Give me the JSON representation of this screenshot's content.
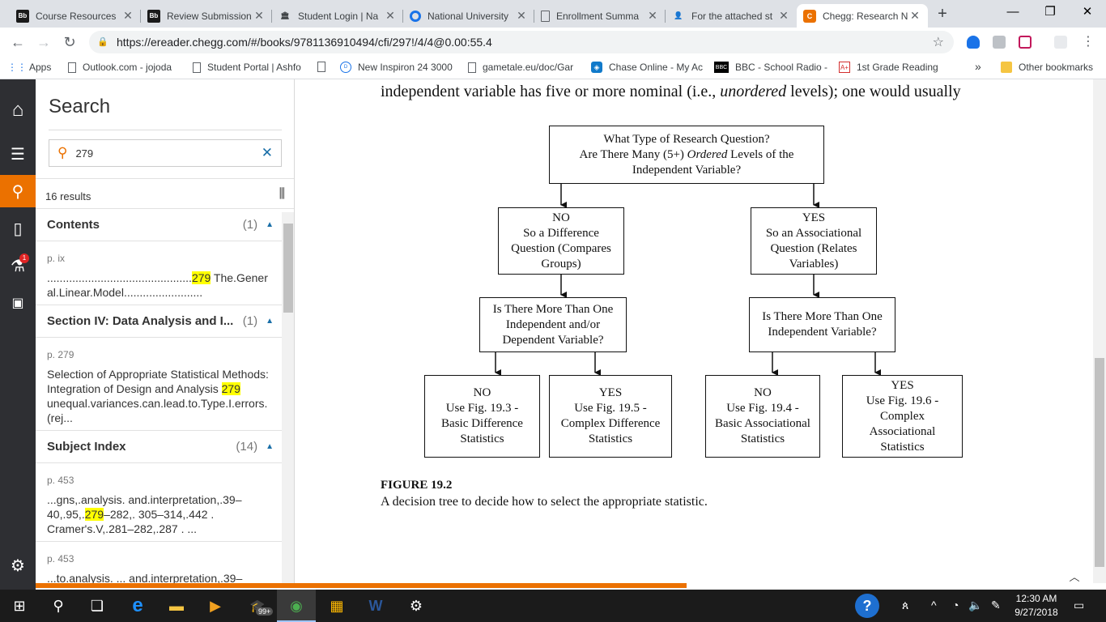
{
  "browser": {
    "tabs": [
      {
        "title": "Course Resources",
        "icon": "blackboard-icon",
        "active": false
      },
      {
        "title": "Review Submission",
        "icon": "blackboard-icon",
        "active": false
      },
      {
        "title": "Student Login | Na",
        "icon": "bank-icon",
        "active": false
      },
      {
        "title": "National University",
        "icon": "nu-icon",
        "active": false
      },
      {
        "title": "Enrollment Summa",
        "icon": "document-icon",
        "active": false
      },
      {
        "title": "For the attached st",
        "icon": "tutor-icon",
        "active": false
      },
      {
        "title": "Chegg: Research N",
        "icon": "chegg-icon",
        "active": true
      }
    ],
    "new_tab": "+",
    "url": "https://ereader.chegg.com/#/books/9781136910494/cfi/297!/4/4@0.00:55.4",
    "bookmarks": [
      {
        "label": "Apps",
        "icon": "apps-grid-icon"
      },
      {
        "label": "Outlook.com - jojoda",
        "icon": "document-icon"
      },
      {
        "label": "Student Portal | Ashfo",
        "icon": "document-icon"
      },
      {
        "label": "",
        "icon": "document-icon"
      },
      {
        "label": "New Inspiron 24 3000",
        "icon": "dell-icon"
      },
      {
        "label": "gametale.eu/doc/Gar",
        "icon": "document-icon"
      },
      {
        "label": "Chase Online - My Ac",
        "icon": "chase-icon"
      },
      {
        "label": "BBC - School Radio -",
        "icon": "bbc-icon"
      },
      {
        "label": "1st Grade Reading",
        "icon": "aplus-icon"
      }
    ],
    "more_bookmarks": "»",
    "other_bookmarks": "Other bookmarks"
  },
  "search_panel": {
    "title": "Search",
    "query": "279",
    "results_count": "16 results",
    "sections": [
      {
        "title": "Contents",
        "count": "(1)",
        "hits": [
          {
            "page": "p. ix",
            "before": "..............................................",
            "match": "279",
            "after": " The.General.Linear.Model........................."
          }
        ]
      },
      {
        "title": "Section IV: Data Analysis and I...",
        "count": "(1)",
        "hits": [
          {
            "page": "p. 279",
            "before": "Selection of Appropriate Statistical Methods: Integration of Design and Analysis ",
            "match": "279",
            "after": " unequal.variances.can.lead.to.Type.I.errors.(rej..."
          }
        ]
      },
      {
        "title": "Subject Index",
        "count": "(14)",
        "hits": [
          {
            "page": "p. 453",
            "before": "...gns,.analysis. and.interpretation,.39–40,.95,.",
            "match": "279",
            "after": "–282,. 305–314,.442 . Cramer's.V,.281–282,.287 . ..."
          },
          {
            "page": "p. 453",
            "before": "...to.analysis. ... and.interpretation,.39–",
            "match": "",
            "after": ""
          }
        ]
      }
    ]
  },
  "reader": {
    "body_text_before": "independent variable has five or more nominal (i.e., ",
    "body_text_italic": "unordered",
    "body_text_after": " levels); one would usually",
    "figure": {
      "root": {
        "line1": "What Type of Research Question?",
        "line2_before": "Are There Many (5+) ",
        "line2_italic": "Ordered",
        "line2_after": " Levels of the",
        "line3": "Independent Variable?"
      },
      "no_branch": [
        "NO",
        "So a Difference",
        "Question (Compares",
        "Groups)"
      ],
      "yes_branch": [
        "YES",
        "So an Associational",
        "Question (Relates",
        "Variables)"
      ],
      "no_question": [
        "Is There More Than One",
        "Independent and/or",
        "Dependent Variable?"
      ],
      "yes_question": [
        "Is There More Than One",
        "Independent Variable?"
      ],
      "leaves": [
        [
          "NO",
          "Use Fig. 19.3 -",
          "Basic Difference",
          "Statistics"
        ],
        [
          "YES",
          "Use Fig. 19.5 -",
          "Complex Difference",
          "Statistics"
        ],
        [
          "NO",
          "Use Fig. 19.4 -",
          "Basic Associational",
          "Statistics"
        ],
        [
          "YES",
          "Use Fig. 19.6 -",
          "Complex",
          "Associational",
          "Statistics"
        ]
      ],
      "label": "FIGURE 19.2",
      "caption": "A decision tree to decide how to select the appropriate statistic."
    }
  },
  "taskbar": {
    "badge": "99+",
    "time": "12:30 AM",
    "date": "9/27/2018"
  },
  "rail": {
    "badge": "1"
  },
  "colors": {
    "accent": "#eb7100",
    "highlight": "#ffff00",
    "rail": "#2e2f33"
  }
}
